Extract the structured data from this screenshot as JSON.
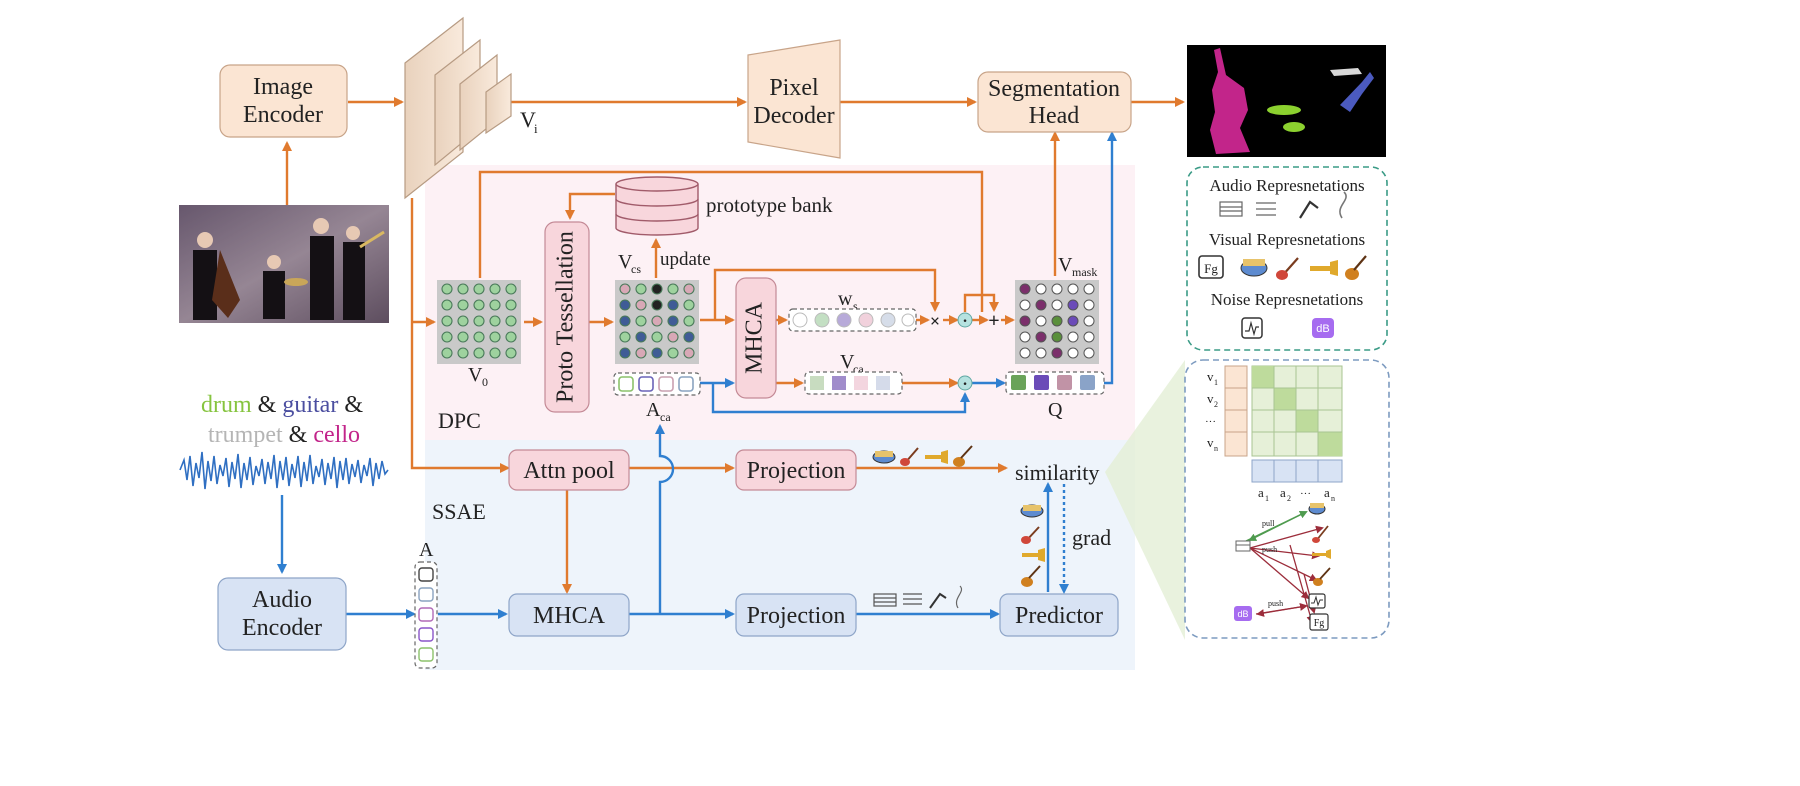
{
  "modules": {
    "image_encoder": [
      "Image",
      "Encoder"
    ],
    "pixel_decoder": [
      "Pixel",
      "Decoder"
    ],
    "segmentation_head": [
      "Segmentation",
      "Head"
    ],
    "proto_tessellation": "Proto Tessellation",
    "mhca_dpc": "MHCA",
    "attn_pool": "Attn pool",
    "projection_top": "Projection",
    "projection_bottom": "Projection",
    "mhca_ssae": "MHCA",
    "audio_encoder": [
      "Audio",
      "Encoder"
    ],
    "predictor": "Predictor"
  },
  "labels": {
    "v_i": "V",
    "v_i_sub": "i",
    "prototype_bank": "prototype bank",
    "update": "update",
    "v_cs": "V",
    "v_cs_sub": "cs",
    "v_0": "V",
    "v_0_sub": "0",
    "w_s": "w",
    "w_s_sub": "s",
    "v_ca": "V",
    "v_ca_sub": "ca",
    "a_ca": "A",
    "a_ca_sub": "ca",
    "v_mask": "V",
    "v_mask_sub": "mask",
    "q": "Q",
    "dpc": "DPC",
    "ssae": "SSAE",
    "a": "A",
    "similarity": "similarity",
    "grad": "grad",
    "times": "×",
    "dot": "·",
    "plus": "+"
  },
  "caption": {
    "drum": "drum",
    "amp1": " & ",
    "guitar": "guitar",
    "amp2": " &",
    "trumpet": "trumpet",
    "amp3": " & ",
    "cello": "cello"
  },
  "legend": {
    "audio_title": "Audio Represnetations",
    "visual_title": "Visual Represnetations",
    "noise_title": "Noise Represnetations",
    "fg": "Fg",
    "db": "dB"
  },
  "matrix": {
    "rows": [
      "v",
      "v",
      "···",
      "v"
    ],
    "row_subs": [
      "1",
      "2",
      "",
      "n"
    ],
    "cols": [
      "a",
      "a",
      "···",
      "a"
    ],
    "col_subs": [
      "1",
      "2",
      "",
      "n"
    ]
  },
  "graph": {
    "pull": "pull",
    "push1": "push",
    "push2": "push",
    "fg": "Fg",
    "db": "dB"
  },
  "colors": {
    "orange_arrow": "#e07a2e",
    "blue_arrow": "#2f7fd0",
    "box_orange": "#fbe5d3",
    "box_pink": "#f8d6dc",
    "box_blue": "#d8e3f4",
    "dpc_bg": "#fdf1f5",
    "ssae_bg": "#eef4fb",
    "teal_dash": "#3a9b86",
    "purple": "#a66cf0",
    "magenta": "#c2258a"
  }
}
